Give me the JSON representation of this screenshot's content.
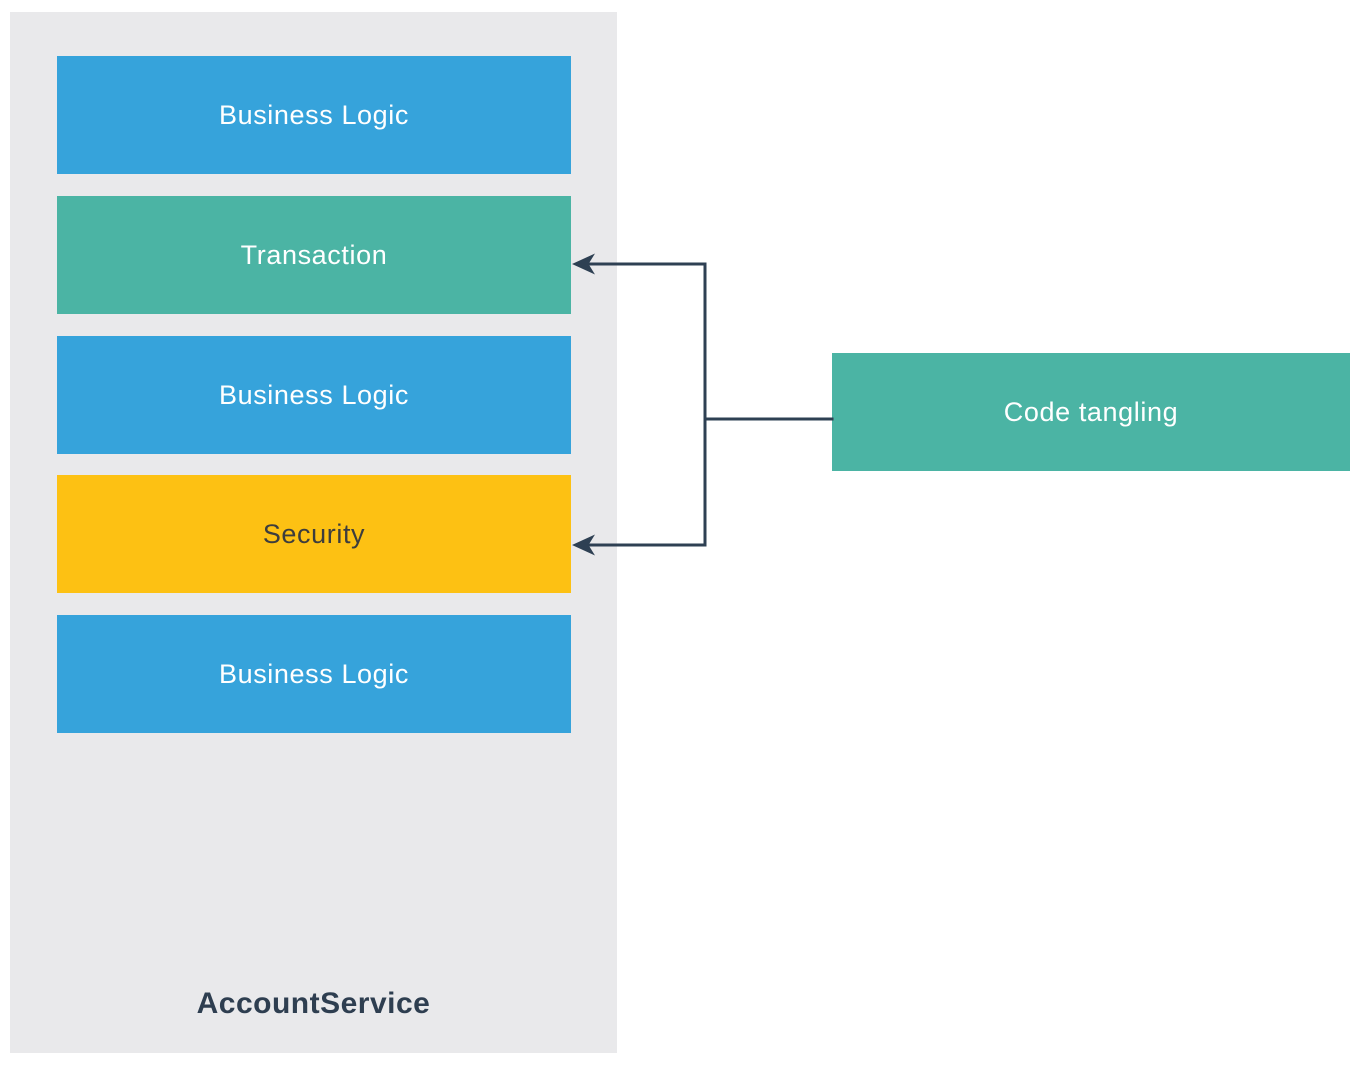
{
  "diagram": {
    "container": {
      "title": "AccountService",
      "title_color": "#2e3e50",
      "background": "#e9e9eb"
    },
    "layers": [
      {
        "label": "Business Logic",
        "color": "#36a3db",
        "text_color": "#ffffff"
      },
      {
        "label": "Transaction",
        "color": "#4bb4a4",
        "text_color": "#ffffff"
      },
      {
        "label": "Business Logic",
        "color": "#36a3db",
        "text_color": "#ffffff"
      },
      {
        "label": "Security",
        "color": "#fdc113",
        "text_color": "#3d3d3d"
      },
      {
        "label": "Business Logic",
        "color": "#36a3db",
        "text_color": "#ffffff"
      }
    ],
    "annotation": {
      "label": "Code tangling",
      "color": "#4bb4a4",
      "text_color": "#ffffff"
    },
    "connector": {
      "color": "#2e4053",
      "from": "Code tangling",
      "to": [
        "Transaction",
        "Security"
      ]
    }
  }
}
